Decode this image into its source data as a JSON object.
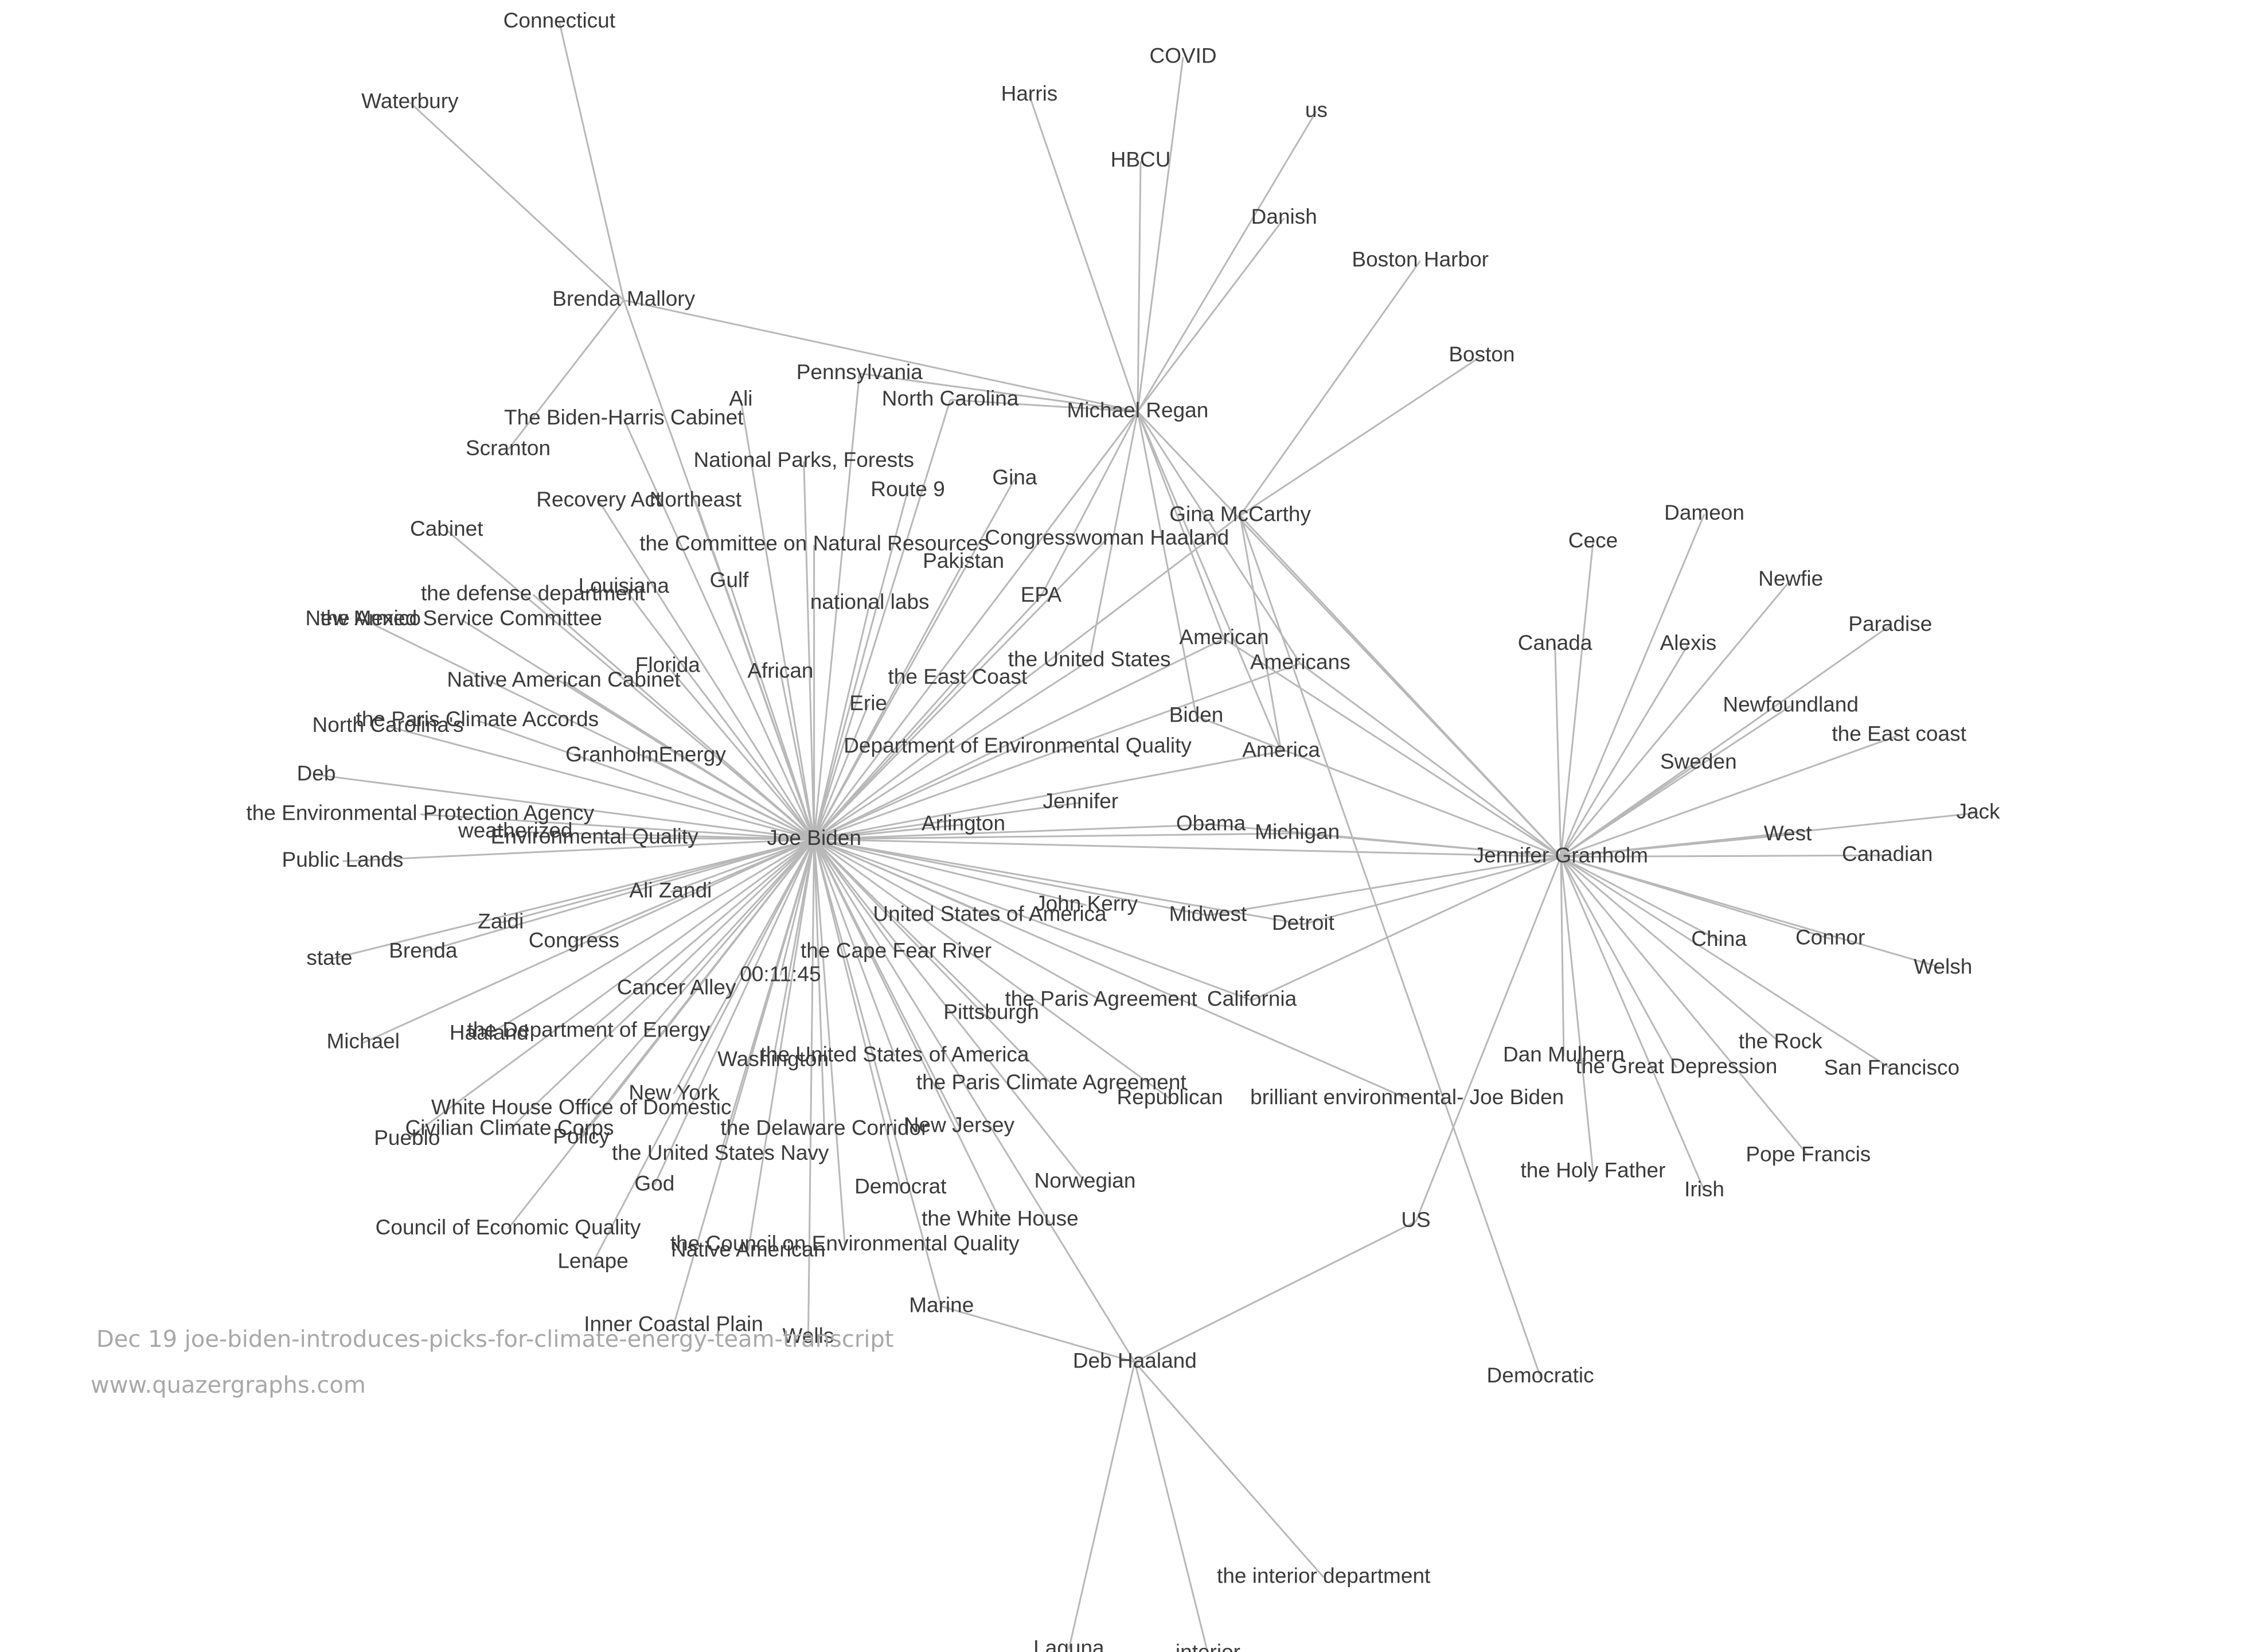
{
  "caption": {
    "title": "Dec 19 joe-biden-introduces-picks-for-climate-energy-team-transcript",
    "site": "www.quazergraphs.com"
  },
  "hubs": [
    {
      "id": "biden",
      "label": "Joe Biden"
    },
    {
      "id": "regan",
      "label": "Michael Regan"
    },
    {
      "id": "granholm",
      "label": "Jennifer Granholm"
    },
    {
      "id": "haaland",
      "label": "Deb Haaland"
    },
    {
      "id": "mallory",
      "label": "Brenda Mallory"
    },
    {
      "id": "mccarthy",
      "label": "Gina McCarthy"
    }
  ],
  "nodes": [
    {
      "id": "n1",
      "label": "Connecticut",
      "links": [
        "mallory"
      ]
    },
    {
      "id": "n2",
      "label": "Waterbury",
      "links": [
        "mallory"
      ]
    },
    {
      "id": "n3",
      "label": "The Biden-Harris Cabinet",
      "links": [
        "biden"
      ]
    },
    {
      "id": "n4",
      "label": "Scranton",
      "links": [
        "mallory"
      ]
    },
    {
      "id": "n5",
      "label": "Ali",
      "links": [
        "biden"
      ]
    },
    {
      "id": "n6",
      "label": "Pennsylvania",
      "links": [
        "biden",
        "regan"
      ]
    },
    {
      "id": "n7",
      "label": "North Carolina",
      "links": [
        "biden",
        "regan"
      ]
    },
    {
      "id": "n8",
      "label": "National Parks, Forests",
      "links": [
        "biden"
      ]
    },
    {
      "id": "n9",
      "label": "Route 9",
      "links": [
        "biden"
      ]
    },
    {
      "id": "n10",
      "label": "Recovery Act",
      "links": [
        "biden"
      ]
    },
    {
      "id": "n11",
      "label": "Northeast",
      "links": [
        "biden"
      ]
    },
    {
      "id": "n12",
      "label": "Gina",
      "links": [
        "biden"
      ]
    },
    {
      "id": "n13",
      "label": "Cabinet",
      "links": [
        "biden"
      ]
    },
    {
      "id": "n14",
      "label": "the Committee on Natural Resources",
      "links": [
        "biden"
      ]
    },
    {
      "id": "n15",
      "label": "Congresswoman Haaland",
      "links": [
        "biden"
      ]
    },
    {
      "id": "n16",
      "label": "Pakistan",
      "links": [
        "biden"
      ]
    },
    {
      "id": "n17",
      "label": "the defense department",
      "links": [
        "biden"
      ]
    },
    {
      "id": "n18",
      "label": "Louisiana",
      "links": [
        "biden"
      ]
    },
    {
      "id": "n19",
      "label": "Gulf",
      "links": [
        "biden"
      ]
    },
    {
      "id": "n20",
      "label": "national labs",
      "links": [
        "biden"
      ]
    },
    {
      "id": "n21",
      "label": "EPA",
      "links": [
        "biden",
        "regan"
      ]
    },
    {
      "id": "n22",
      "label": "New Mexico",
      "links": [
        "biden"
      ]
    },
    {
      "id": "n23",
      "label": "the Armed Service Committee",
      "links": [
        "biden"
      ]
    },
    {
      "id": "n24",
      "label": "American",
      "links": [
        "biden",
        "regan",
        "granholm"
      ]
    },
    {
      "id": "n25",
      "label": "Americans",
      "links": [
        "biden",
        "regan",
        "granholm"
      ]
    },
    {
      "id": "n26",
      "label": "the United States",
      "links": [
        "biden",
        "regan"
      ]
    },
    {
      "id": "n27",
      "label": "Florida",
      "links": [
        "biden"
      ]
    },
    {
      "id": "n28",
      "label": "African",
      "links": [
        "biden"
      ]
    },
    {
      "id": "n29",
      "label": "Native American Cabinet",
      "links": [
        "biden"
      ]
    },
    {
      "id": "n30",
      "label": "the East Coast",
      "links": [
        "biden"
      ]
    },
    {
      "id": "n31",
      "label": "Erie",
      "links": [
        "biden"
      ]
    },
    {
      "id": "n32",
      "label": "Biden",
      "links": [
        "regan",
        "granholm"
      ]
    },
    {
      "id": "n33",
      "label": "the Paris Climate Accords",
      "links": [
        "biden"
      ]
    },
    {
      "id": "n34",
      "label": "North Carolina's",
      "links": [
        "biden"
      ]
    },
    {
      "id": "n35",
      "label": "America",
      "links": [
        "biden",
        "regan",
        "mccarthy"
      ]
    },
    {
      "id": "n36",
      "label": "Department of Environmental Quality",
      "links": [
        "biden"
      ]
    },
    {
      "id": "n37",
      "label": "GranholmEnergy",
      "links": [
        "biden"
      ]
    },
    {
      "id": "n38",
      "label": "Deb",
      "links": [
        "biden"
      ]
    },
    {
      "id": "n39",
      "label": "the Environmental Protection Agency",
      "links": [
        "biden"
      ]
    },
    {
      "id": "n40",
      "label": "Jennifer",
      "links": [
        "biden"
      ]
    },
    {
      "id": "n41",
      "label": "weatherized",
      "links": [
        "biden"
      ]
    },
    {
      "id": "n42",
      "label": "Environmental Quality",
      "links": [
        "biden"
      ]
    },
    {
      "id": "n43",
      "label": "Arlington",
      "links": [
        "biden"
      ]
    },
    {
      "id": "n44",
      "label": "Obama",
      "links": [
        "biden",
        "granholm"
      ]
    },
    {
      "id": "n45",
      "label": "Michigan",
      "links": [
        "biden",
        "granholm"
      ]
    },
    {
      "id": "n46",
      "label": "Public Lands",
      "links": [
        "biden"
      ]
    },
    {
      "id": "n47",
      "label": "Ali Zandi",
      "links": [
        "biden"
      ]
    },
    {
      "id": "n48",
      "label": "John Kerry",
      "links": [
        "biden"
      ]
    },
    {
      "id": "n49",
      "label": "United States of America",
      "links": [
        "biden"
      ]
    },
    {
      "id": "n50",
      "label": "Midwest",
      "links": [
        "biden",
        "granholm"
      ]
    },
    {
      "id": "n51",
      "label": "Detroit",
      "links": [
        "biden",
        "granholm"
      ]
    },
    {
      "id": "n52",
      "label": "Zaidi",
      "links": [
        "biden"
      ]
    },
    {
      "id": "n53",
      "label": "Congress",
      "links": [
        "biden"
      ]
    },
    {
      "id": "n54",
      "label": "state",
      "links": [
        "biden"
      ]
    },
    {
      "id": "n55",
      "label": "Brenda",
      "links": [
        "biden"
      ]
    },
    {
      "id": "n56",
      "label": "the Cape Fear River",
      "links": [
        "biden"
      ]
    },
    {
      "id": "n57",
      "label": "00:11:45",
      "links": [
        "biden"
      ]
    },
    {
      "id": "n58",
      "label": "Cancer Alley",
      "links": [
        "biden"
      ]
    },
    {
      "id": "n59",
      "label": "the Paris Agreement",
      "links": [
        "biden"
      ]
    },
    {
      "id": "n60",
      "label": "California",
      "links": [
        "biden",
        "granholm"
      ]
    },
    {
      "id": "n61",
      "label": "Pittsburgh",
      "links": [
        "biden"
      ]
    },
    {
      "id": "n62",
      "label": "Michael",
      "links": [
        "biden"
      ]
    },
    {
      "id": "n63",
      "label": "Haaland",
      "links": [
        "biden"
      ]
    },
    {
      "id": "n64",
      "label": "the Department of Energy",
      "links": [
        "biden"
      ]
    },
    {
      "id": "n65",
      "label": "Washington",
      "links": [
        "biden"
      ]
    },
    {
      "id": "n66",
      "label": "the United States of America",
      "links": [
        "biden"
      ]
    },
    {
      "id": "n67",
      "label": "the Paris Climate Agreement",
      "links": [
        "biden"
      ]
    },
    {
      "id": "n68",
      "label": "Republican",
      "links": [
        "biden"
      ]
    },
    {
      "id": "n69",
      "label": "brilliant environmental- Joe Biden",
      "links": [
        "biden"
      ]
    },
    {
      "id": "n70",
      "label": "New York",
      "links": [
        "biden"
      ]
    },
    {
      "id": "n71",
      "label": "White House Office of Domestic",
      "links": [
        "biden"
      ]
    },
    {
      "id": "n72",
      "label": "Civilian Climate Corps",
      "links": [
        "biden"
      ]
    },
    {
      "id": "n73",
      "label": "Pueblo",
      "links": [
        "biden"
      ]
    },
    {
      "id": "n74",
      "label": "Policy",
      "links": [
        "biden"
      ]
    },
    {
      "id": "n75",
      "label": "the Delaware Corridor",
      "links": [
        "biden"
      ]
    },
    {
      "id": "n76",
      "label": "New Jersey",
      "links": [
        "biden"
      ]
    },
    {
      "id": "n77",
      "label": "the United States Navy",
      "links": [
        "biden"
      ]
    },
    {
      "id": "n78",
      "label": "God",
      "links": [
        "biden"
      ]
    },
    {
      "id": "n79",
      "label": "Democrat",
      "links": [
        "biden"
      ]
    },
    {
      "id": "n80",
      "label": "Norwegian",
      "links": [
        "biden"
      ]
    },
    {
      "id": "n81",
      "label": "the White House",
      "links": [
        "biden"
      ]
    },
    {
      "id": "n82",
      "label": "Council of Economic Quality",
      "links": [
        "biden"
      ]
    },
    {
      "id": "n83",
      "label": "the Council on Environmental Quality",
      "links": [
        "biden"
      ]
    },
    {
      "id": "n84",
      "label": "Native American",
      "links": [
        "biden"
      ]
    },
    {
      "id": "n85",
      "label": "Lenape",
      "links": [
        "biden"
      ]
    },
    {
      "id": "n86",
      "label": "Marine",
      "links": [
        "biden",
        "haaland"
      ]
    },
    {
      "id": "n87",
      "label": "Inner Coastal Plain",
      "links": [
        "biden"
      ]
    },
    {
      "id": "n88",
      "label": "Wells",
      "links": [
        "biden"
      ]
    },
    {
      "id": "n89",
      "label": "US",
      "links": [
        "haaland",
        "granholm"
      ]
    },
    {
      "id": "n90",
      "label": "Democratic",
      "links": [
        "mccarthy"
      ]
    },
    {
      "id": "n91",
      "label": "the interior department",
      "links": [
        "haaland"
      ]
    },
    {
      "id": "n92",
      "label": "Laguna",
      "links": [
        "haaland"
      ]
    },
    {
      "id": "n93",
      "label": "interior",
      "links": [
        "haaland"
      ]
    },
    {
      "id": "n94",
      "label": "COVID",
      "links": [
        "regan"
      ]
    },
    {
      "id": "n95",
      "label": "Harris",
      "links": [
        "regan"
      ]
    },
    {
      "id": "n96",
      "label": "us",
      "links": [
        "regan"
      ]
    },
    {
      "id": "n97",
      "label": "HBCU",
      "links": [
        "regan"
      ]
    },
    {
      "id": "n98",
      "label": "Danish",
      "links": [
        "regan"
      ]
    },
    {
      "id": "n99",
      "label": "Boston Harbor",
      "links": [
        "mccarthy"
      ]
    },
    {
      "id": "n100",
      "label": "Boston",
      "links": [
        "mccarthy"
      ]
    },
    {
      "id": "n101",
      "label": "Dameon",
      "links": [
        "granholm"
      ]
    },
    {
      "id": "n102",
      "label": "Cece",
      "links": [
        "granholm"
      ]
    },
    {
      "id": "n103",
      "label": "Newfie",
      "links": [
        "granholm"
      ]
    },
    {
      "id": "n104",
      "label": "Paradise",
      "links": [
        "granholm"
      ]
    },
    {
      "id": "n105",
      "label": "Canada",
      "links": [
        "granholm"
      ]
    },
    {
      "id": "n106",
      "label": "Alexis",
      "links": [
        "granholm"
      ]
    },
    {
      "id": "n107",
      "label": "Newfoundland",
      "links": [
        "granholm"
      ]
    },
    {
      "id": "n108",
      "label": "the East coast",
      "links": [
        "granholm"
      ]
    },
    {
      "id": "n109",
      "label": "Sweden",
      "links": [
        "granholm"
      ]
    },
    {
      "id": "n110",
      "label": "Jack",
      "links": [
        "granholm"
      ]
    },
    {
      "id": "n111",
      "label": "West",
      "links": [
        "granholm"
      ]
    },
    {
      "id": "n112",
      "label": "Canadian",
      "links": [
        "granholm"
      ]
    },
    {
      "id": "n113",
      "label": "China",
      "links": [
        "granholm"
      ]
    },
    {
      "id": "n114",
      "label": "Connor",
      "links": [
        "granholm"
      ]
    },
    {
      "id": "n115",
      "label": "Welsh",
      "links": [
        "granholm"
      ]
    },
    {
      "id": "n116",
      "label": "the Rock",
      "links": [
        "granholm"
      ]
    },
    {
      "id": "n117",
      "label": "Dan Mulhern",
      "links": [
        "granholm"
      ]
    },
    {
      "id": "n118",
      "label": "the Great Depression",
      "links": [
        "granholm"
      ]
    },
    {
      "id": "n119",
      "label": "San Francisco",
      "links": [
        "granholm"
      ]
    },
    {
      "id": "n120",
      "label": "Pope Francis",
      "links": [
        "granholm"
      ]
    },
    {
      "id": "n121",
      "label": "the Holy Father",
      "links": [
        "granholm"
      ]
    },
    {
      "id": "n122",
      "label": "Irish",
      "links": [
        "granholm"
      ]
    }
  ],
  "hub_links": [
    [
      "biden",
      "regan"
    ],
    [
      "biden",
      "granholm"
    ],
    [
      "biden",
      "haaland"
    ],
    [
      "biden",
      "mallory"
    ],
    [
      "biden",
      "mccarthy"
    ],
    [
      "regan",
      "mallory"
    ],
    [
      "regan",
      "granholm"
    ],
    [
      "mccarthy",
      "granholm"
    ]
  ]
}
